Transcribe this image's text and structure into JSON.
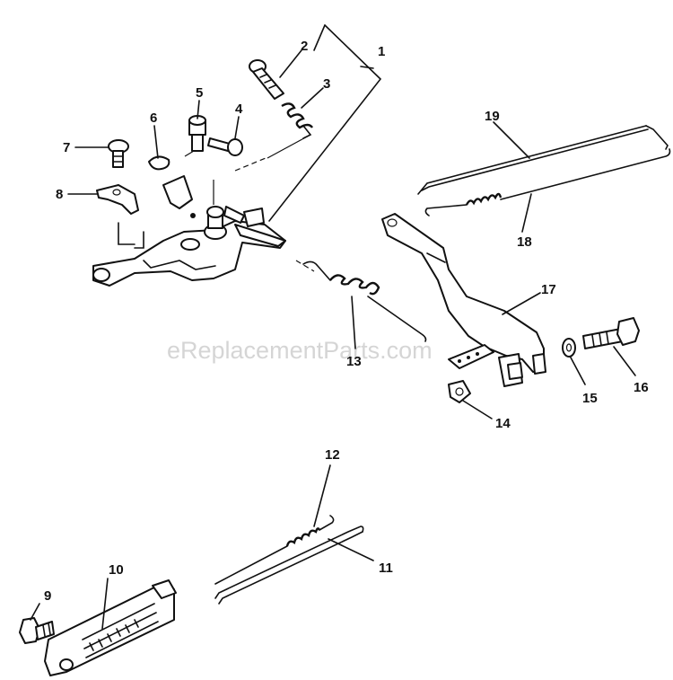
{
  "watermark": "eReplacementParts.com",
  "callouts": [
    "1",
    "2",
    "3",
    "4",
    "5",
    "6",
    "7",
    "8",
    "9",
    "10",
    "11",
    "12",
    "13",
    "14",
    "15",
    "16",
    "17",
    "18",
    "19"
  ]
}
